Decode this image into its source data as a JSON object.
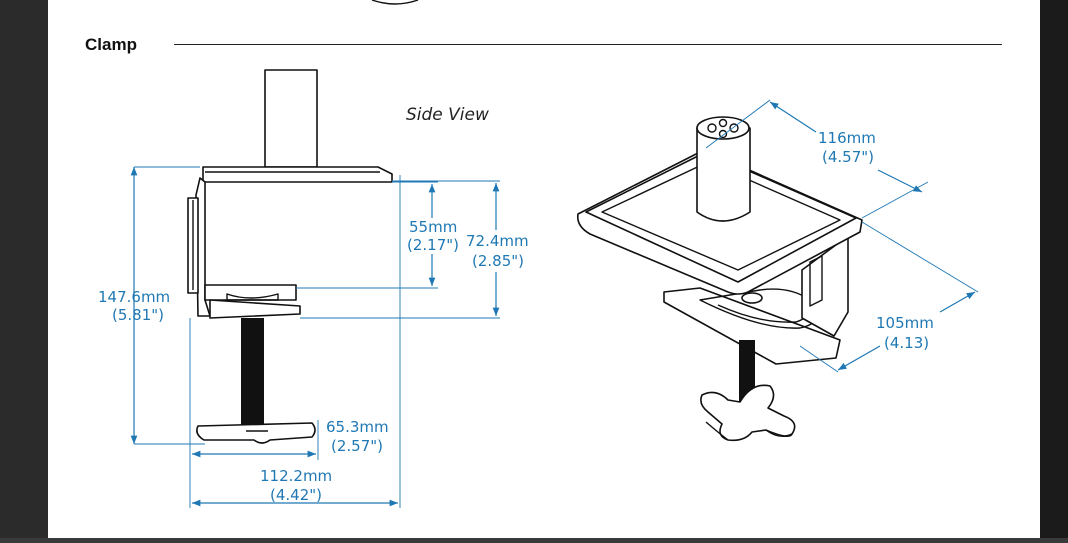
{
  "section": {
    "title": "Clamp"
  },
  "side_view": {
    "label": "Side View",
    "dims": {
      "height_total": {
        "mm": "147.6mm",
        "in": "(5.81\")"
      },
      "clamp_opening": {
        "mm": "55mm",
        "in": "(2.17\")"
      },
      "clamp_height": {
        "mm": "72.4mm",
        "in": "(2.85\")"
      },
      "knob_width": {
        "mm": "65.3mm",
        "in": "(2.57\")"
      },
      "depth": {
        "mm": "112.2mm",
        "in": "(4.42\")"
      }
    }
  },
  "iso_view": {
    "dims": {
      "width": {
        "mm": "116mm",
        "in": "(4.57\")"
      },
      "length": {
        "mm": "105mm",
        "in": "(4.13)"
      }
    }
  },
  "colors": {
    "dimension": "#1f78b4",
    "ink": "#111111",
    "page": "#ffffff",
    "frame": "#2b2b2b"
  }
}
